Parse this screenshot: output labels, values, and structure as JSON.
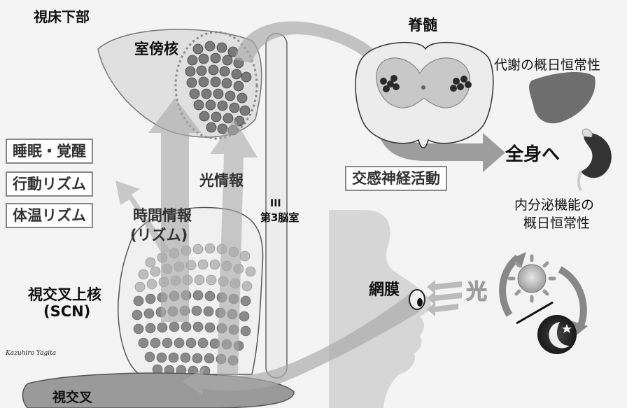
{
  "labels": {
    "hypothalamus": "視床下部",
    "pvn": "室傍核",
    "spinal_cord": "脊髄",
    "metabolic_rhythm": "代謝の概日恒常性",
    "whole_body": "全身へ",
    "sympathetic": "交感神経活動",
    "endocrine_line1": "内分泌機能の",
    "endocrine_line2": "概日恒常性",
    "light_info": "光情報",
    "third_ventricle_mark": "III",
    "third_ventricle": "第3脳室",
    "time_info_line1": "時間情報",
    "time_info_line2": "(リズム)",
    "scn_line1": "視交叉上核",
    "scn_line2": "(SCN)",
    "retina": "網膜",
    "light": "光",
    "optic_chiasm": "視交叉",
    "signature": "Kazuhiro Yagita"
  },
  "rhythm_boxes": [
    "睡眠・覚醒",
    "行動リズム",
    "体温リズム"
  ],
  "colors": {
    "arrow": "#a9a9a9",
    "region": "#dedede",
    "nucleus_cell": "#7a7a7a",
    "scn_cell": "#bdbdbd",
    "box_border": "#888888"
  }
}
